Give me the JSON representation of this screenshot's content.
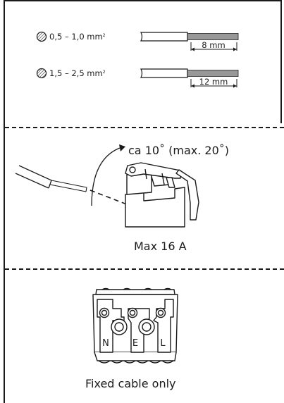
{
  "wire_spec": {
    "row1": {
      "range": "0,5 – 1,0 mm",
      "sup": "2",
      "strip": "8 mm"
    },
    "row2": {
      "range": "1,5 – 2,5 mm",
      "sup": "2",
      "strip": "12 mm"
    }
  },
  "insertion": {
    "angle_label": "ca 10˚ (max. 20˚)",
    "rating": "Max 16 A"
  },
  "connector": {
    "pins": [
      "N",
      "E",
      "L"
    ],
    "caption": "Fixed cable only"
  }
}
